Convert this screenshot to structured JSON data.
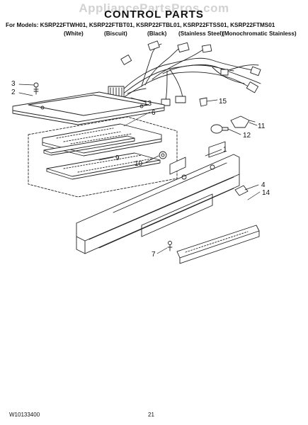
{
  "watermark": "AppliancePartsPros.com",
  "title": "CONTROL PARTS",
  "models_line": "For Models: KSRP22FTWH01, KSRP22FTBT01, KSRP22FTBL01, KSRP22FTSS01, KSRP22FTMS01",
  "colors": [
    "(White)",
    "(Biscuit)",
    "(Black)",
    "(Stainless Steel)",
    "(Monochromatic Stainless)"
  ],
  "callouts": {
    "c1": "1",
    "c2": "2",
    "c3": "3",
    "c4": "4",
    "c6": "6",
    "c7": "7",
    "c9": "9",
    "c10": "10",
    "c11": "11",
    "c12": "12",
    "c13": "13",
    "c14": "14",
    "c15": "15"
  },
  "footer": {
    "doc_number": "W10133400",
    "page_number": "21"
  }
}
